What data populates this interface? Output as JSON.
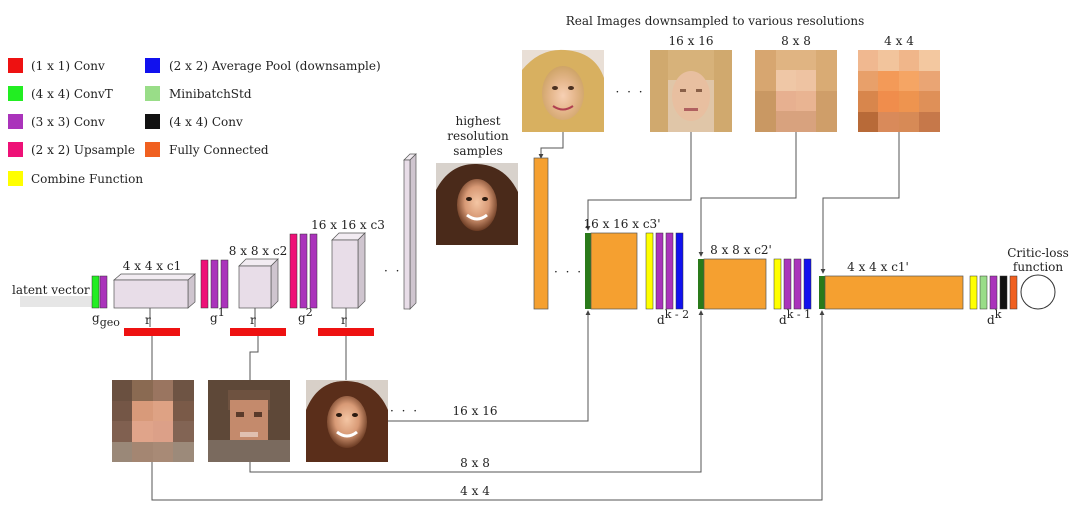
{
  "legend": [
    {
      "label": "(1 x 1) Conv",
      "color": "#ee1111"
    },
    {
      "label": "(4 x 4) ConvT",
      "color": "#22ee22"
    },
    {
      "label": "(3 x 3) Conv",
      "color": "#aa33bb"
    },
    {
      "label": "(2 x 2) Upsample",
      "color": "#ee1177"
    },
    {
      "label": "Combine Function",
      "color": "#ffff00"
    },
    {
      "label": "(2 x 2) Average Pool (downsample)",
      "color": "#1111ee"
    },
    {
      "label": "MinibatchStd",
      "color": "#99dd88"
    },
    {
      "label": "(4 x 4) Conv",
      "color": "#111111"
    },
    {
      "label": "Fully Connected",
      "color": "#f06020"
    }
  ],
  "colors": {
    "generator_block": "#e8dde8",
    "critic_block": "#f5a030",
    "critic_input_edge": "#2a7a1a",
    "line": "#555555"
  },
  "real_images_title": "Real Images downsampled to various resolutions",
  "real_res_labels": [
    "16 x 16",
    "8 x 8",
    "4 x 4"
  ],
  "ellipsis": "· · ·",
  "highest_res_label": [
    "highest",
    "resolution",
    "samples"
  ],
  "latent_label": "latent vector",
  "gen_blocks": [
    "4 x 4 x c1",
    "8 x 8 x c2",
    "16 x 16 x c3"
  ],
  "gen_fn_labels": [
    {
      "base": "g",
      "sub": "geo",
      "sup": ""
    },
    {
      "base": "g",
      "sub": "",
      "sup": "1"
    },
    {
      "base": "g",
      "sub": "",
      "sup": "2"
    }
  ],
  "r_label": "r",
  "critic_blocks": [
    "16 x 16 x c3'",
    "8 x 8 x c2'",
    "4 x 4 x c1'"
  ],
  "critic_fn_labels": [
    {
      "base": "d",
      "sup": "k - 2"
    },
    {
      "base": "d",
      "sup": "k - 1"
    },
    {
      "base": "d",
      "sup": "k"
    }
  ],
  "critic_loss_label": [
    "Critic-loss",
    "function"
  ],
  "path_labels": [
    "16 x 16",
    "8 x 8",
    "4 x 4"
  ]
}
